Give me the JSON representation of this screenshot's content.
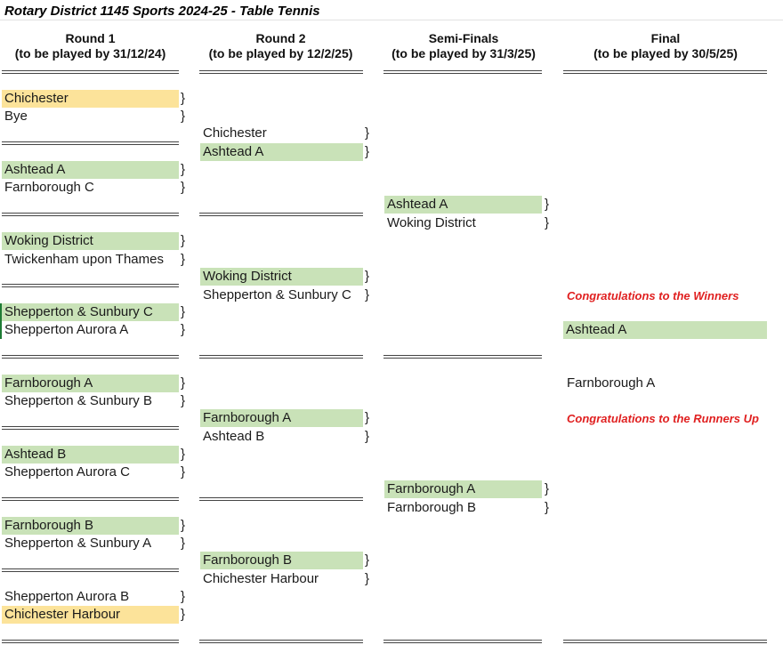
{
  "title": "Rotary District 1145 Sports 2024-25 - Table Tennis",
  "rounds": [
    {
      "name": "Round 1",
      "deadline": "(to be played by 31/12/24)"
    },
    {
      "name": "Round 2",
      "deadline": "(to be played by 12/2/25)"
    },
    {
      "name": "Semi-Finals",
      "deadline": "(to be played by 31/3/25)"
    },
    {
      "name": "Final",
      "deadline": "(to be played by 30/5/25)"
    }
  ],
  "brace": "}",
  "round1": [
    {
      "team": "Chichester",
      "status": "bye"
    },
    {
      "team": "Bye",
      "status": "none"
    },
    {
      "team": "Ashtead A",
      "status": "win"
    },
    {
      "team": "Farnborough C",
      "status": "none"
    },
    {
      "team": "Woking District",
      "status": "win"
    },
    {
      "team": "Twickenham upon Thames",
      "status": "none"
    },
    {
      "team": "Shepperton & Sunbury C",
      "status": "win"
    },
    {
      "team": "Shepperton Aurora A",
      "status": "none"
    },
    {
      "team": "Farnborough A",
      "status": "win"
    },
    {
      "team": "Shepperton & Sunbury B",
      "status": "none"
    },
    {
      "team": "Ashtead B",
      "status": "win"
    },
    {
      "team": "Shepperton Aurora C",
      "status": "none"
    },
    {
      "team": "Farnborough B",
      "status": "win"
    },
    {
      "team": "Shepperton & Sunbury A",
      "status": "none"
    },
    {
      "team": "Shepperton Aurora B",
      "status": "none"
    },
    {
      "team": "Chichester Harbour",
      "status": "bye"
    }
  ],
  "round2": [
    {
      "team": "Chichester",
      "status": "none"
    },
    {
      "team": "Ashtead A",
      "status": "win"
    },
    {
      "team": "Woking District",
      "status": "win"
    },
    {
      "team": "Shepperton & Sunbury C",
      "status": "none"
    },
    {
      "team": "Farnborough A",
      "status": "win"
    },
    {
      "team": "Ashtead B",
      "status": "none"
    },
    {
      "team": "Farnborough B",
      "status": "win"
    },
    {
      "team": "Chichester Harbour",
      "status": "none"
    }
  ],
  "semis": [
    {
      "team": "Ashtead A",
      "status": "win"
    },
    {
      "team": "Woking District",
      "status": "none"
    },
    {
      "team": "Farnborough A",
      "status": "win"
    },
    {
      "team": "Farnborough B",
      "status": "none"
    }
  ],
  "final": {
    "winners_note": "Congratulations to the Winners",
    "winner": "Ashtead A",
    "runner_up": "Farnborough A",
    "runners_up_note": "Congratulations to the Runners Up"
  }
}
